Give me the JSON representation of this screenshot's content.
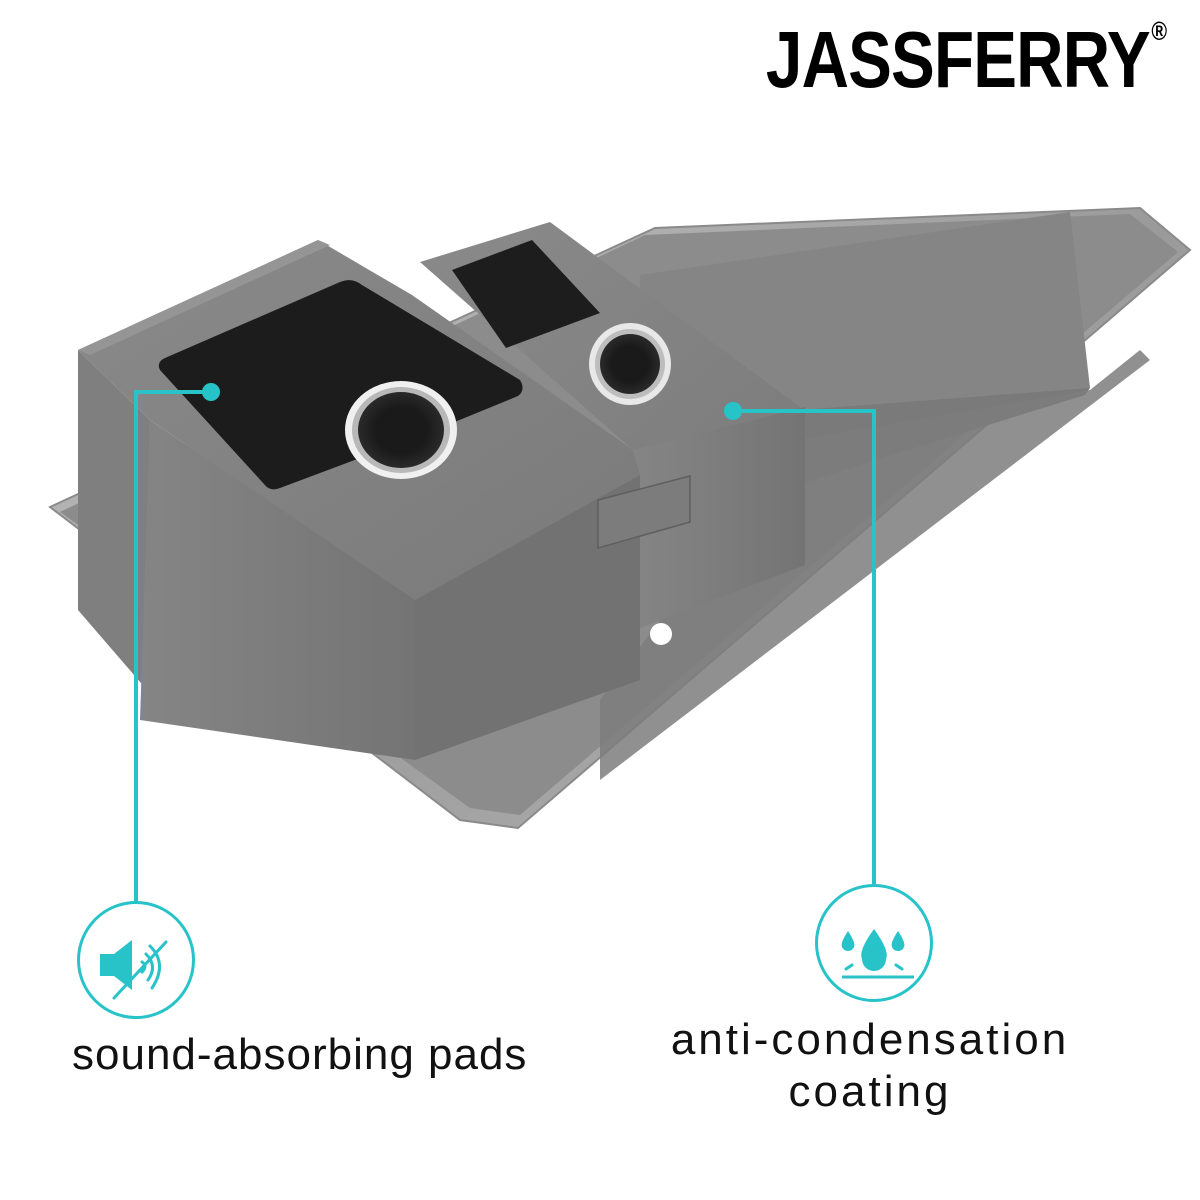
{
  "brand": {
    "name": "JASSFERRY",
    "registered_mark": "®"
  },
  "product": {
    "description": "double bowl kitchen sink with drainer, underside view",
    "body_color": "#7d7d7d",
    "pad_color": "#1c1c1c"
  },
  "callouts": [
    {
      "id": "sound",
      "label": "sound-absorbing pads",
      "icon": "muted-speaker-icon",
      "accent_color": "#27c3c9"
    },
    {
      "id": "coating",
      "label_line1": "anti-condensation",
      "label_line2": "coating",
      "icon": "water-drops-icon",
      "accent_color": "#27c3c9"
    }
  ]
}
